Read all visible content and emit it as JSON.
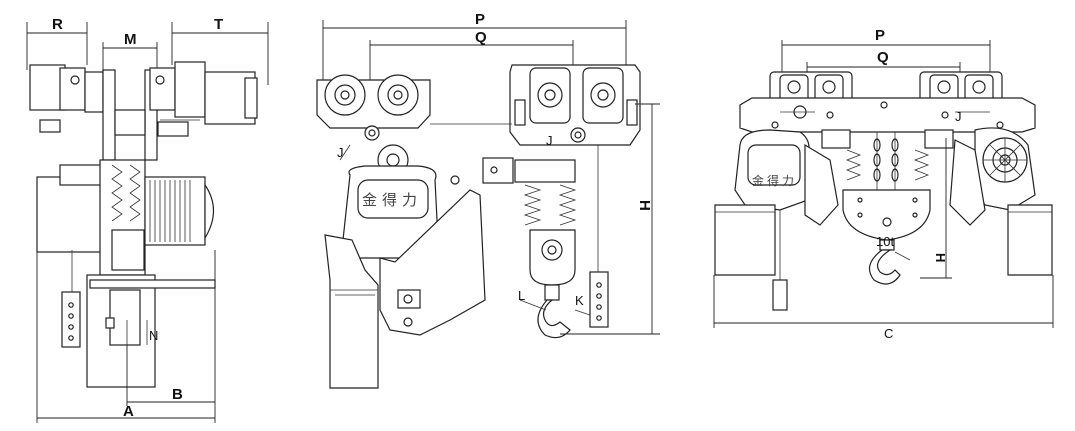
{
  "front_view": {
    "labels": {
      "R": "R",
      "M": "M",
      "T": "T",
      "A": "A",
      "B": "B",
      "N": "N"
    }
  },
  "side_view": {
    "labels": {
      "P": "P",
      "Q": "Q",
      "H": "H",
      "J1": "J",
      "J2": "J",
      "K": "K",
      "L": "L"
    },
    "body_text": "金得力"
  },
  "double_view": {
    "labels": {
      "P": "P",
      "Q": "Q",
      "H": "H",
      "C": "C",
      "J": "J"
    },
    "capacity": "10t",
    "body_text": "金得力"
  }
}
